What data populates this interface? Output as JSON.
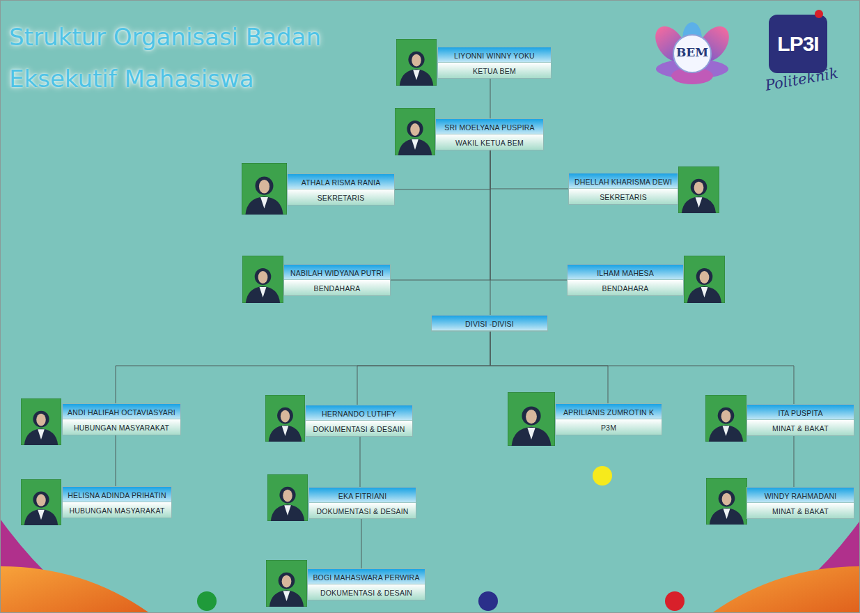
{
  "diagram": {
    "title": "Struktur Organisasi Badan Eksekutif Mahasiswa",
    "nodes": [
      {
        "text": [
          "LIYONNI WINNY YOKU",
          "KETUA BEM"
        ]
      },
      {
        "text": [
          "SRI MOELYANA PUSPIRA",
          "WAKIL KETUA BEM"
        ]
      },
      {
        "text": [
          "ATHALA RISMA RANIA",
          "SEKRETARIS"
        ]
      },
      {
        "text": [
          "DHELLAH KHARISMA DEWI",
          "SEKRETARIS"
        ]
      },
      {
        "text": [
          "NABILAH WIDYANA PUTRI",
          "BENDAHARA"
        ]
      },
      {
        "text": [
          "ILHAM MAHESA",
          "BENDAHARA"
        ]
      },
      {
        "text": [
          "DIVISI -DIVISI"
        ]
      },
      {
        "text": [
          "ANDI HALIFAH OCTAVIASYARI",
          "HUBUNGAN MASYARAKAT"
        ]
      },
      {
        "text": [
          "HERNANDO LUTHFY",
          "DOKUMENTASI & DESAIN"
        ]
      },
      {
        "text": [
          "APRILIANIS ZUMROTIN K",
          "P3M"
        ]
      },
      {
        "text": [
          "ITA PUSPITA",
          "MINAT & BAKAT"
        ]
      },
      {
        "text": [
          "HELISNA ADINDA PRIHATIN",
          "HUBUNGAN MASYARAKAT"
        ]
      },
      {
        "text": [
          "EKA FITRIANI",
          "DOKUMENTASI & DESAIN"
        ]
      },
      {
        "text": [
          "WINDY RAHMADANI",
          "MINAT & BAKAT"
        ]
      },
      {
        "text": [
          "BOGI MAHASWARA PERWIRA",
          "DOKUMENTASI & DESAIN"
        ]
      }
    ],
    "edges": [
      {
        "from": 0,
        "to": 1,
        "arrow": "none"
      },
      {
        "from": 1,
        "to": 2,
        "arrow": "none"
      },
      {
        "from": 1,
        "to": 3,
        "arrow": "none"
      },
      {
        "from": 1,
        "to": 4,
        "arrow": "none"
      },
      {
        "from": 1,
        "to": 5,
        "arrow": "none"
      },
      {
        "from": 1,
        "to": 6,
        "arrow": "none"
      },
      {
        "from": 6,
        "to": 7,
        "arrow": "none"
      },
      {
        "from": 6,
        "to": 8,
        "arrow": "none"
      },
      {
        "from": 6,
        "to": 9,
        "arrow": "none"
      },
      {
        "from": 6,
        "to": 10,
        "arrow": "none"
      },
      {
        "from": 7,
        "to": 11,
        "arrow": "none"
      },
      {
        "from": 8,
        "to": 12,
        "arrow": "none"
      },
      {
        "from": 12,
        "to": 14,
        "arrow": "none"
      },
      {
        "from": 10,
        "to": 13,
        "arrow": "none"
      }
    ],
    "labels": [
      "BEM",
      "LP3I",
      "Politeknik"
    ]
  }
}
